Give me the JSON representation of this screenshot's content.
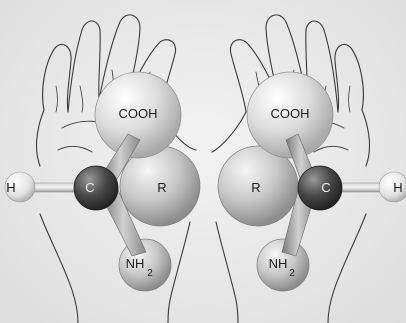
{
  "diagram": {
    "left_molecule": {
      "top_group": "COOH",
      "side_group": "R",
      "center_atom": "C",
      "hydrogen": "H",
      "bottom_group": "NH",
      "bottom_subscript": "2"
    },
    "right_molecule": {
      "top_group": "COOH",
      "side_group": "R",
      "center_atom": "C",
      "hydrogen": "H",
      "bottom_group": "NH",
      "bottom_subscript": "2"
    }
  }
}
